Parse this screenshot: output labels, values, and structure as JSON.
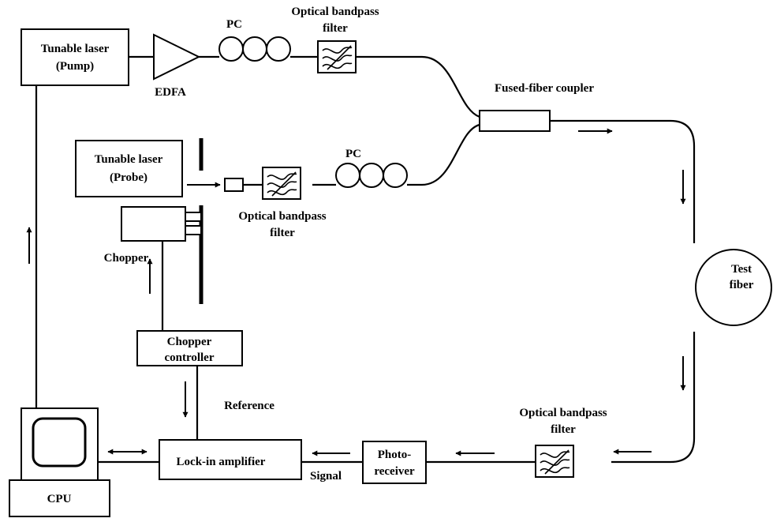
{
  "components": {
    "pump_laser": {
      "line1": "Tunable laser",
      "line2": "(Pump)"
    },
    "edfa": "EDFA",
    "pc_top": "PC",
    "filter_top": {
      "line1": "Optical bandpass",
      "line2": "filter"
    },
    "coupler": "Fused-fiber coupler",
    "probe_laser": {
      "line1": "Tunable laser",
      "line2": "(Probe)"
    },
    "pc_mid": "PC",
    "filter_mid": {
      "line1": "Optical bandpass",
      "line2": "filter"
    },
    "chopper": "Chopper",
    "test_fiber": {
      "line1": "Test",
      "line2": "fiber"
    },
    "chopper_controller": {
      "line1": "Chopper",
      "line2": "controller"
    },
    "reference": "Reference",
    "filter_bottom": {
      "line1": "Optical bandpass",
      "line2": "filter"
    },
    "cpu": "CPU",
    "lockin": "Lock-in amplifier",
    "signal": "Signal",
    "photoreceiver": {
      "line1": "Photo-",
      "line2": "receiver"
    }
  }
}
